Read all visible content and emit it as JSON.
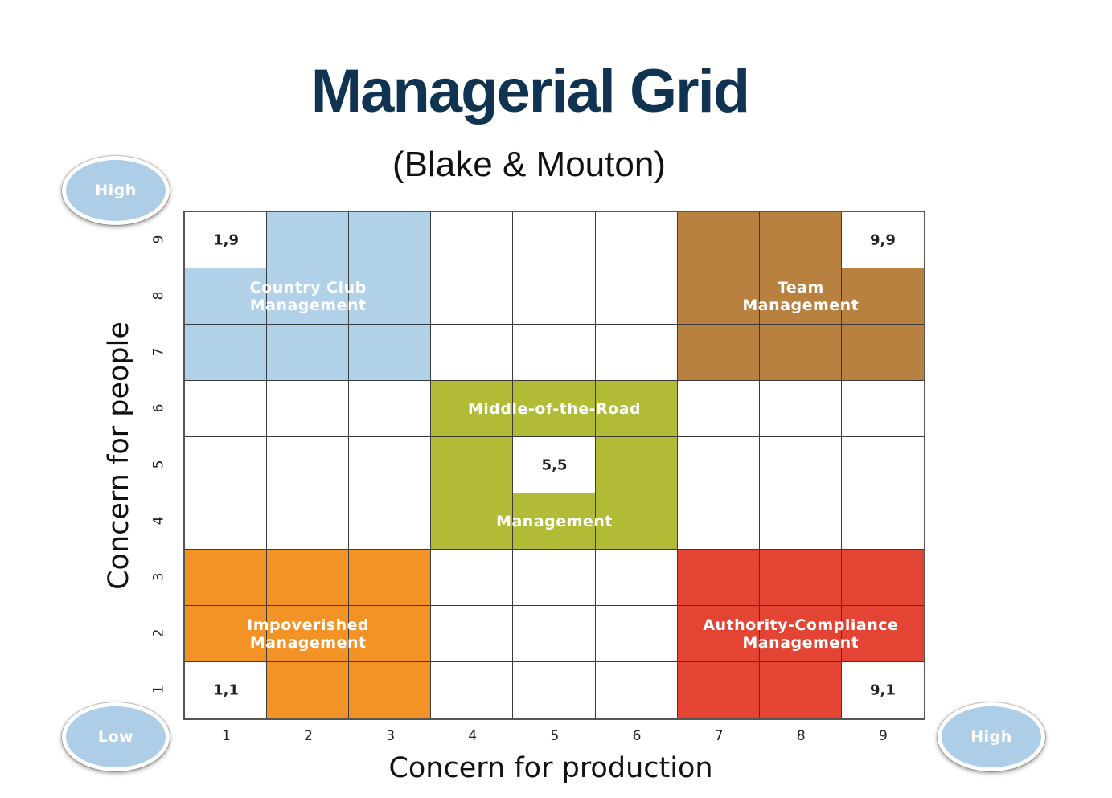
{
  "title": "Managerial Grid",
  "subtitle": "(Blake & Mouton)",
  "x_axis_label": "Concern for production",
  "y_axis_label": "Concern for people",
  "x_ticks": [
    "1",
    "2",
    "3",
    "4",
    "5",
    "6",
    "7",
    "8",
    "9"
  ],
  "y_ticks": [
    "1",
    "2",
    "3",
    "4",
    "5",
    "6",
    "7",
    "8",
    "9"
  ],
  "badges": {
    "top_left": "High",
    "bottom_left": "Low",
    "bottom_right": "High"
  },
  "corner_labels": [
    {
      "text": "1,9",
      "x": 1,
      "y": 9
    },
    {
      "text": "9,9",
      "x": 9,
      "y": 9
    },
    {
      "text": "5,5",
      "x": 5,
      "y": 5
    },
    {
      "text": "1,1",
      "x": 1,
      "y": 1
    },
    {
      "text": "9,1",
      "x": 9,
      "y": 1
    }
  ],
  "zones": [
    {
      "name": "country-club",
      "lines": [
        "Country Club",
        "Management"
      ],
      "color": "#b1d1e9",
      "x_range": [
        1,
        3
      ],
      "y_range": [
        7,
        9
      ],
      "label_anchor": [
        2,
        8
      ]
    },
    {
      "name": "team",
      "lines": [
        "Team",
        "Management"
      ],
      "color": "#b98140",
      "x_range": [
        7,
        9
      ],
      "y_range": [
        7,
        9
      ],
      "label_anchor": [
        8,
        8
      ]
    },
    {
      "name": "impoverished",
      "lines": [
        "Impoverished",
        "Management"
      ],
      "color": "#f39325",
      "x_range": [
        1,
        3
      ],
      "y_range": [
        1,
        3
      ],
      "label_anchor": [
        2,
        2
      ]
    },
    {
      "name": "authority-compliance",
      "lines": [
        "Authority-Compliance",
        "Management"
      ],
      "color": "#e34433",
      "x_range": [
        7,
        9
      ],
      "y_range": [
        1,
        3
      ],
      "label_anchor": [
        8,
        2
      ]
    },
    {
      "name": "middle-of-the-road",
      "lines": [
        "Middle-of-the-Road"
      ],
      "color": "#b1bb35",
      "x_range": [
        4,
        6
      ],
      "y_range": [
        4,
        6
      ],
      "label_anchor": [
        5,
        6
      ]
    },
    {
      "name": "middle-of-the-road-management",
      "lines": [
        "Management"
      ],
      "color": "#b1bb35",
      "x_range": [
        4,
        6
      ],
      "y_range": [
        4,
        4
      ],
      "label_anchor": [
        5,
        4
      ]
    }
  ]
}
